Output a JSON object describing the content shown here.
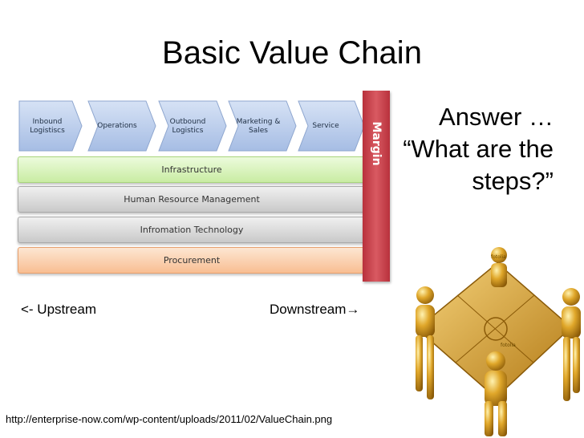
{
  "slide": {
    "title": "Basic Value Chain",
    "answer_text": "Answer … “What are the steps?”",
    "upstream_label": "<- Upstream",
    "downstream_label": "Downstream→",
    "source_url": "http://enterprise-now.com/wp-content/uploads/2011/02/ValueChain.png"
  },
  "diagram": {
    "primary_activities": [
      "Inbound\nLogistiscs",
      "Operations",
      "Outbound\nLogistics",
      "Marketing &\nSales",
      "Service"
    ],
    "support_activities": [
      "Infrastructure",
      "Human Resource Management",
      "Infromation Technology",
      "Procurement"
    ],
    "margin_label": "Margin",
    "colors": {
      "chevron": "#b7c9e8",
      "infrastructure": "#d8f2b8",
      "hr": "#d8d8d8",
      "it": "#d8d8d8",
      "procurement": "#fbd3b2",
      "margin": "#c9404a"
    }
  },
  "image": {
    "watermark_text": "fotolia"
  }
}
